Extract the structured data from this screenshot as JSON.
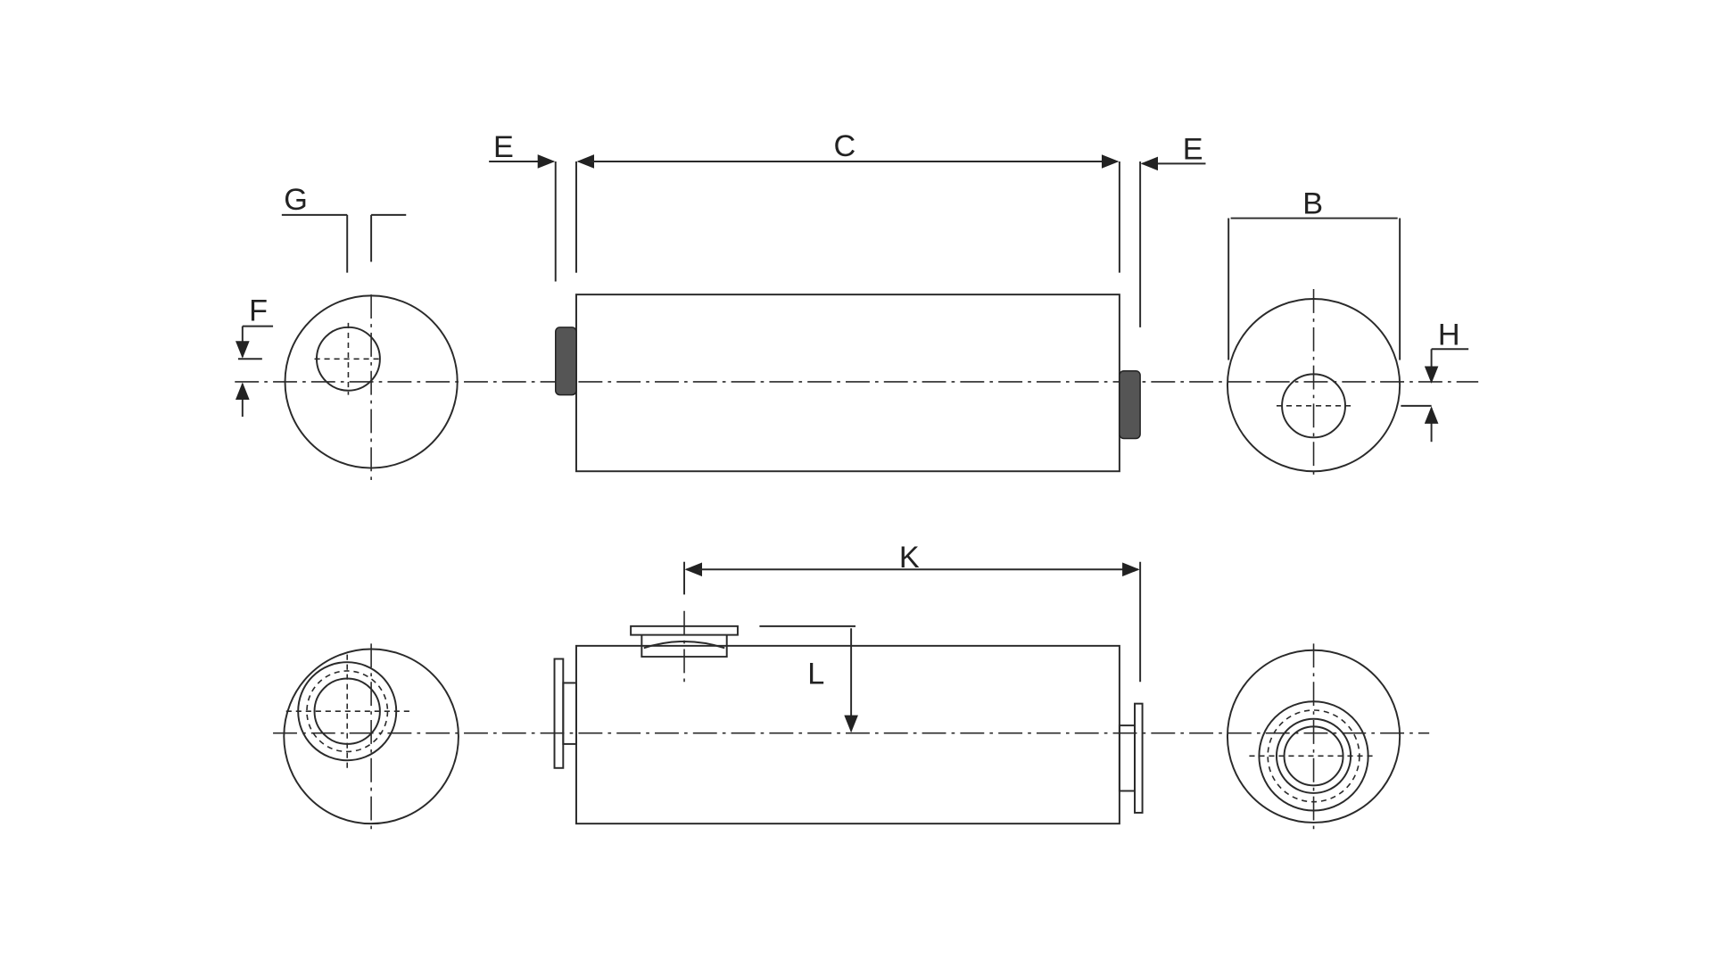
{
  "labels": {
    "E_left": "E",
    "C": "C",
    "E_right": "E",
    "G": "G",
    "F": "F",
    "B": "B",
    "H": "H",
    "K": "K",
    "L": "L"
  }
}
